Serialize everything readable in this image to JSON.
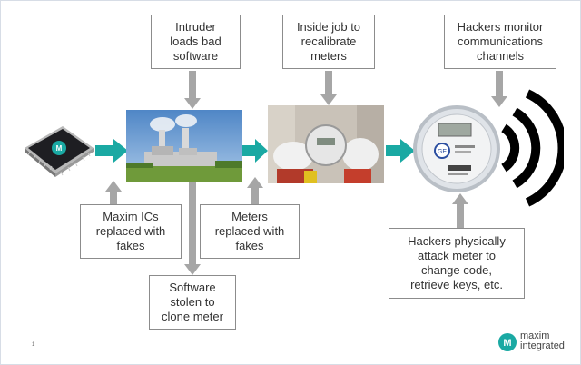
{
  "boxes": {
    "intruder": "Intruder\nloads bad\nsoftware",
    "inside_job": "Inside job to\nrecalibrate\nmeters",
    "hackers_monitor": "Hackers monitor\ncommunications\nchannels",
    "maxim_ics": "Maxim ICs\nreplaced with\nfakes",
    "meters_replaced": "Meters\nreplaced with\nfakes",
    "software_stolen": "Software\nstolen to\nclone meter",
    "hackers_physically": "Hackers physically\nattack meter to\nchange code,\nretrieve keys, etc."
  },
  "page_number": "1",
  "logo": {
    "line1": "maxim",
    "line2": "integrated"
  },
  "colors": {
    "teal_arrow": "#1aa9a3",
    "grey_arrow": "#a6a6a6",
    "logo": "#1aa9a3"
  },
  "icons": {
    "chip": "integrated-circuit-chip-icon",
    "plant": "power-plant-photo",
    "meter_install": "meter-installation-photo",
    "smart_meter": "smart-meter-photo",
    "waves": "wireless-signal-icon"
  }
}
